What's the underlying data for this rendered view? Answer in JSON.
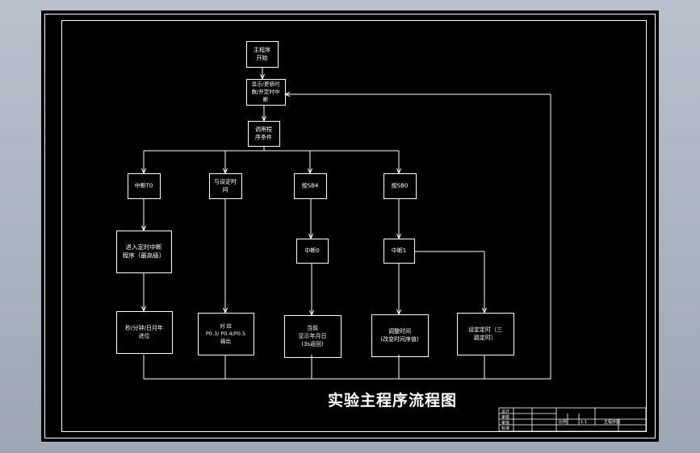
{
  "drawing": {
    "title": "实验主程序流程图",
    "nodes": {
      "start": [
        "主程序",
        "开始"
      ],
      "display": [
        "显示/更新时",
        "数/开定时中",
        "断"
      ],
      "scan": [
        "调用程",
        "序条件"
      ],
      "int_t0": [
        "中断T0"
      ],
      "compare": [
        "与设定时",
        "间"
      ],
      "key_sb4": [
        "按SB4"
      ],
      "key_sb0": [
        "按SB0"
      ],
      "enter_isr": [
        "进入定时中断",
        "程序（最高级）"
      ],
      "int0": [
        "中断0"
      ],
      "int1": [
        "中断1"
      ],
      "count": [
        "秒/分钟/日月年",
        "进位"
      ],
      "output": [
        "对     应",
        "P0.3/  P0.4/P0.5",
        "输出"
      ],
      "show_date": [
        "当前",
        "显示年月日",
        "(3s返回)"
      ],
      "adjust_time": [
        "调整时间",
        "(改变时间序值)"
      ],
      "set_timer": [
        "设定定时（三",
        "路定时）"
      ]
    },
    "title_block": {
      "rows": [
        "设计",
        "审核",
        "审批",
        "标准"
      ],
      "cells": [
        "比例",
        "1:1",
        "主程序图"
      ]
    }
  }
}
